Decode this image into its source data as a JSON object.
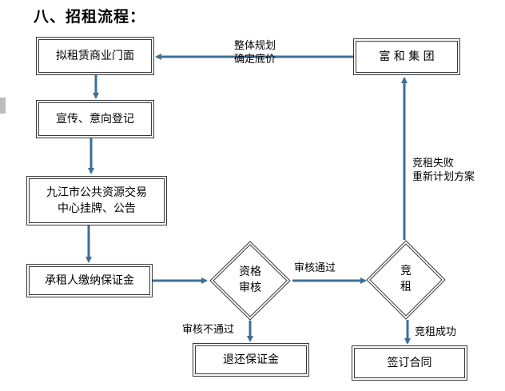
{
  "title": "八、招租流程：",
  "nodes": {
    "step1": "拟租赁商业门面",
    "step2": "宣传、意向登记",
    "step3_line1": "九江市公共资源交易",
    "step3_line2": "中心挂牌、公告",
    "step4": "承租人缴纳保证金",
    "review_line1": "资格",
    "review_line2": "审核",
    "refund": "退还保证金",
    "bid_line1": "竞",
    "bid_line2": "租",
    "sign": "签订合同",
    "group": "富 和 集 团"
  },
  "edge_labels": {
    "plan_line1": "整体规划",
    "plan_line2": "确定底价",
    "review_fail": "审核不通过",
    "review_pass": "审核通过",
    "bid_fail_line1": "竞租失败",
    "bid_fail_line2": "重新计划方案",
    "bid_success": "竞租成功"
  }
}
